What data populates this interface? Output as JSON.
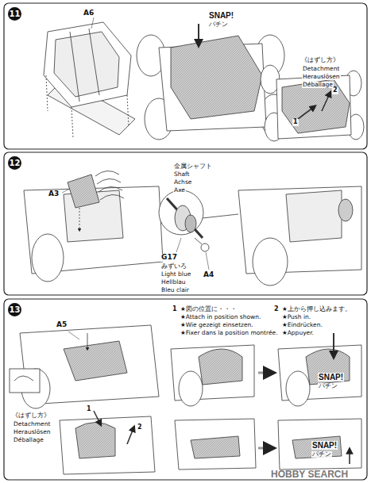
{
  "diagram": {
    "labels": [
      "11",
      "A6",
      "SNAP!",
      "パチン",
      "《はずし方》",
      "Detachment",
      "Herauslösen",
      "Déballage",
      "2",
      "1",
      "12",
      "A3",
      "金属シャフト",
      "Shaft",
      "Achse",
      "Axe",
      "G17",
      "みずいろ",
      "Light blue",
      "Hellblau",
      "Bleu clair",
      "A4",
      "13",
      "A5",
      "1",
      "★図の位置に・・・",
      "★Attach in position shown.",
      "★Wie gezeigt einsetzen.",
      "★Fixer dans la position montrée.",
      "2",
      "★上から押し込みます。",
      "★Push in.",
      "★Eindrücken.",
      "★Appuyer.",
      "SNAP!",
      "パチン",
      "《はずし方》",
      "Detachment",
      "Herauslösen",
      "Déballage",
      "1",
      "2",
      "SNAP!",
      "パチン",
      "HOBBY SEARCH"
    ]
  }
}
